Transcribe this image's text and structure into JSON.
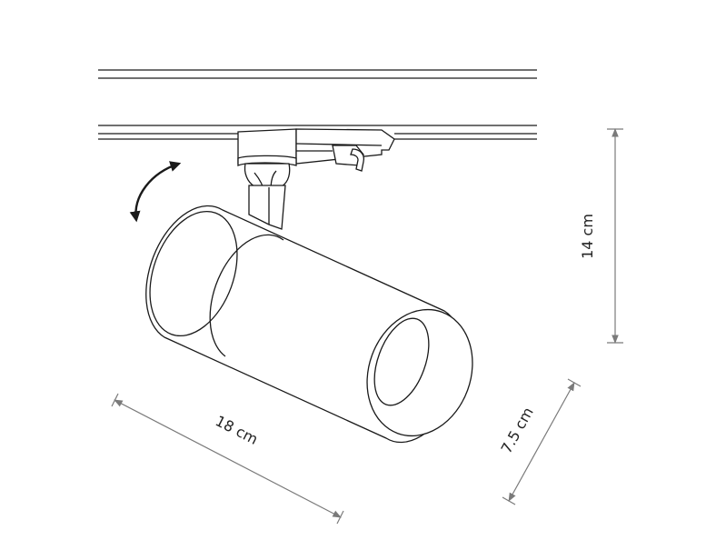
{
  "dimensions": {
    "length": "18 cm",
    "height": "14 cm",
    "diameter": "7.5 cm"
  },
  "icons": {
    "rotation": "curved-double-arrow-icon"
  },
  "colors": {
    "outline": "#1a1a1a",
    "dimension_line": "#7a7a7a",
    "background": "#ffffff"
  }
}
